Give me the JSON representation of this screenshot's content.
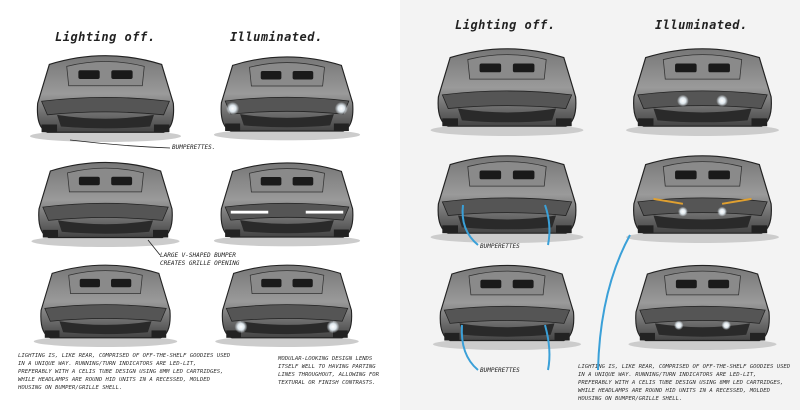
{
  "left_panel": {
    "title_off": "Lighting off.",
    "title_on": "Illuminated.",
    "annotation_bumperettes": "Bumperettes.",
    "annotation_bumper": [
      "Large V-shaped bumper",
      "creates grille opening"
    ],
    "note_lighting": "Lighting is, like rear, comprised of off-the-shelf goodies used in a unique way. Running/turn indicators are LED-lit, preferably with a Celis tube design using 8mm LED cartridges, while headlamps are round HID units in a recessed, molded housing on bumper/grille shell.",
    "note_modular": "Modular-looking design lends itself well to having parting lines throughout, allowing for textural or finish contrasts."
  },
  "right_panel": {
    "title_off": "Lighting off.",
    "title_on": "Illuminated.",
    "annotation_bumperettes_1": "Bumperettes",
    "annotation_bumperettes_2": "Bumperettes",
    "note_lighting": "Lighting is, like rear, comprised of off-the-shelf goodies used in a unique way. Running/turn indicators are LED-lit, preferably with a Celis tube design using 8mm LED cartridges, while headlamps are round HID units in a recessed, molded housing on bumper/grille shell."
  },
  "colors": {
    "annotation_arrow": "#3aa0d8",
    "light_glow": "#ffffff",
    "amber_indicator": "#e0a030",
    "body_dark": "#3a3a3a"
  }
}
